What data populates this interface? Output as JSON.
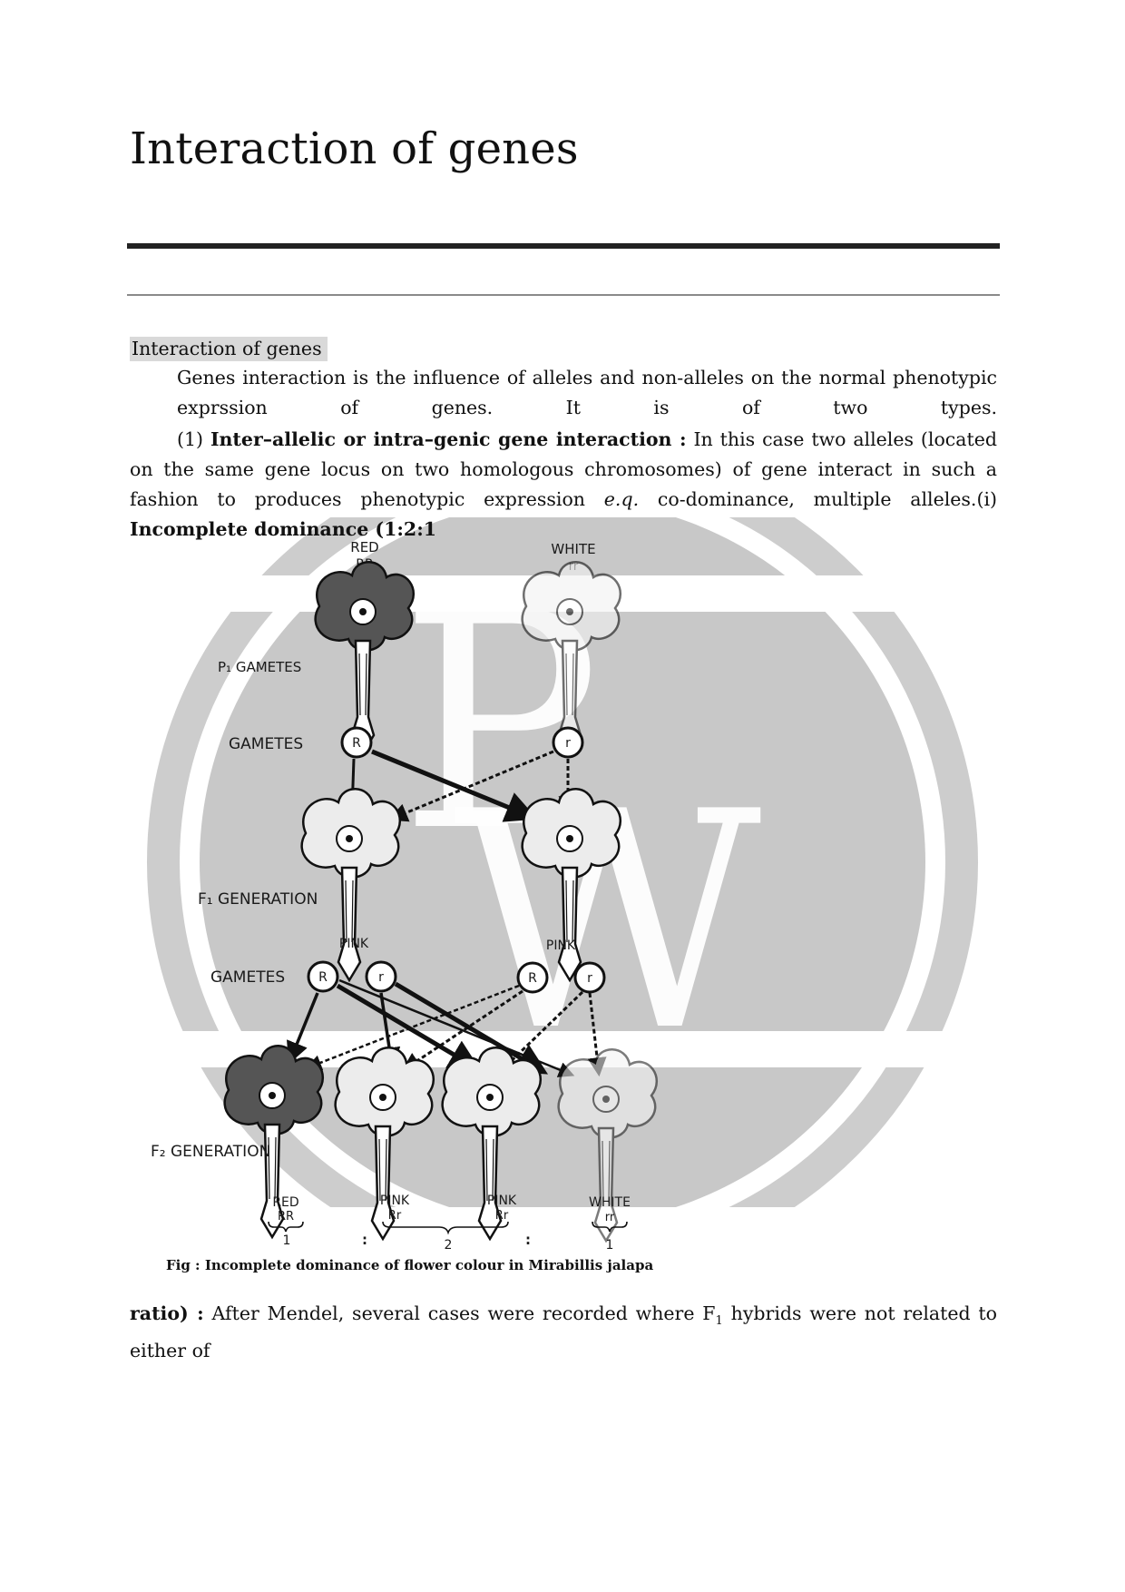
{
  "page_title": "Interaction of genes",
  "section_label": "Interaction of genes",
  "para1": "Genes interaction is the influence of alleles and non-alleles on the normal phenotypic exprssion of genes. It is of two types.",
  "para2": {
    "num": "(1) ",
    "bold1": "Inter–allelic or intra–genic gene interaction :",
    "text1": " In this case two alleles (located on the same gene locus on two homologous chromosomes) of gene interact in such a fashion to produces phenotypic expression ",
    "eg": "e.q.",
    "text2": " co-dominance, multiple alleles.(i) ",
    "bold2": "Incomplete dominance (1:2:1"
  },
  "figure": {
    "parents": {
      "red_label": "RED",
      "red_genotype": "RR",
      "white_label": "WHITE",
      "white_genotype": "rr"
    },
    "p1_label": "P₁ GAMETES",
    "gametes_label": "GAMETES",
    "f1_label": "F₁ GENERATION",
    "f1_pink_left": "PINK",
    "f1_pink_right": "PINK",
    "gametes_label_2": "GAMETES",
    "f2_label": "F₂ GENERATION",
    "gamete_R": "R",
    "gamete_r": "r",
    "f2_offspring": [
      {
        "phenotype": "RED",
        "genotype": "RR"
      },
      {
        "phenotype": "PINK",
        "genotype": "Rr"
      },
      {
        "phenotype": "PINK",
        "genotype": "Rr"
      },
      {
        "phenotype": "WHITE",
        "genotype": "rr"
      }
    ],
    "ratio": {
      "red": "1",
      "pink": "2",
      "white": "1",
      "sep": ":"
    },
    "caption": "Fig : Incomplete dominance of flower colour in Mirabillis jalapa"
  },
  "para3": {
    "bold": "ratio) :",
    "text_before_sub": " After Mendel, several cases were recorded where F",
    "sub": "1",
    "text_after_sub": " hybrids were not related to either of"
  },
  "colors": {
    "watermark": "#c8c8c8",
    "rule": "#222222",
    "label_bg": "#d9d9d9"
  }
}
